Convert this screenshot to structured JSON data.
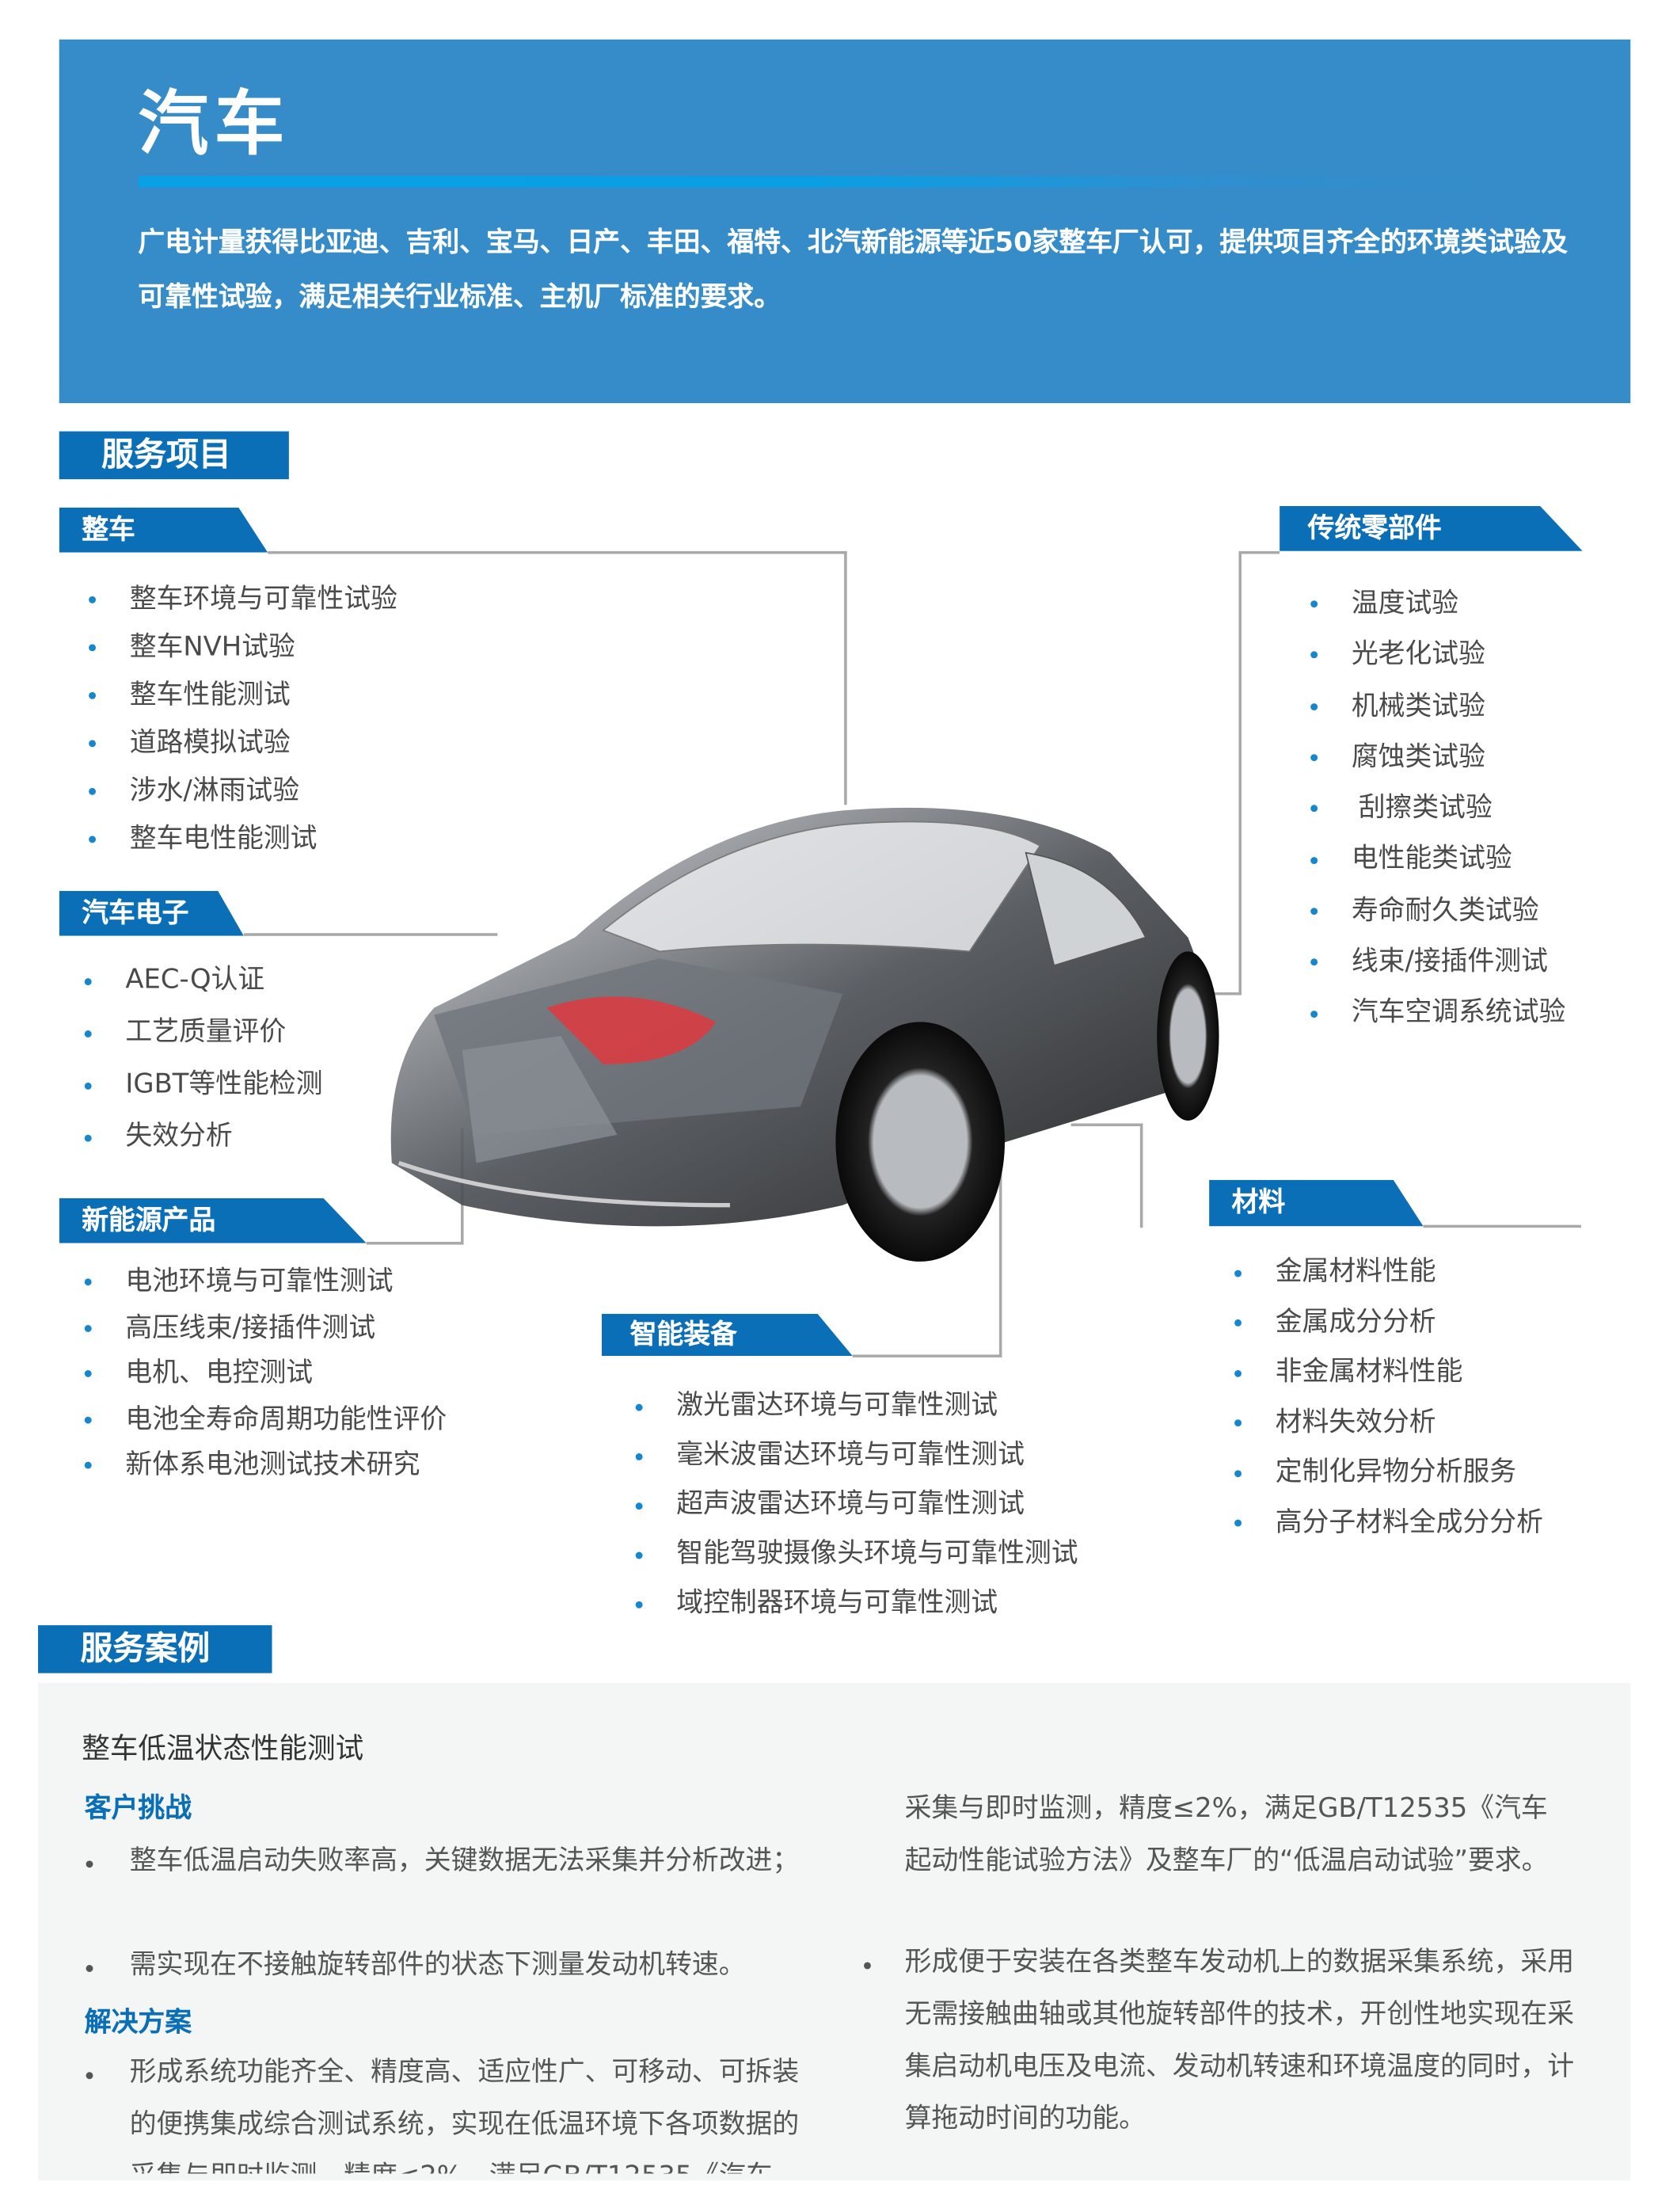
{
  "header": {
    "title": "汽车",
    "intro": "广电计量获得比亚迪、吉利、宝马、日产、丰田、福特、北汽新能源等近50家整车厂认可，提供项目齐全的环境类试验及可靠性试验，满足相关行业标准、主机厂标准的要求。"
  },
  "services": {
    "heading": "服务项目",
    "categories": {
      "vehicle": {
        "label": "整车",
        "items": [
          "整车环境与可靠性试验",
          "整车NVH试验",
          "整车性能测试",
          "道路模拟试验",
          "涉水/淋雨试验",
          "整车电性能测试"
        ]
      },
      "electronics": {
        "label": "汽车电子",
        "items": [
          "AEC-Q认证",
          "工艺质量评价",
          "IGBT等性能检测",
          "失效分析"
        ]
      },
      "new_energy": {
        "label": "新能源产品",
        "items": [
          "电池环境与可靠性测试",
          "高压线束/接插件测试",
          "电机、电控测试",
          "电池全寿命周期功能性评价",
          "新体系电池测试技术研究"
        ]
      },
      "smart_equipment": {
        "label": "智能装备",
        "items": [
          "激光雷达环境与可靠性测试",
          "毫米波雷达环境与可靠性测试",
          "超声波雷达环境与可靠性测试",
          "智能驾驶摄像头环境与可靠性测试",
          "域控制器环境与可靠性测试"
        ]
      },
      "components": {
        "label": "传统零部件",
        "items": [
          "温度试验",
          "光老化试验",
          "机械类试验",
          "腐蚀类试验",
          "刮擦类试验",
          "电性能类试验",
          "寿命耐久类试验",
          "线束/接插件测试",
          "汽车空调系统试验"
        ]
      },
      "materials": {
        "label": "材料",
        "items": [
          "金属材料性能",
          "金属成分分析",
          "非金属材料性能",
          "材料失效分析",
          "定制化异物分析服务",
          "高分子材料全成分分析"
        ]
      }
    }
  },
  "cases": {
    "heading": "服务案例",
    "title": "整车低温状态性能测试",
    "challenge_heading": "客户挑战",
    "challenges": [
      "整车低温启动失败率高，关键数据无法采集并分析改进；",
      "需实现在不接触旋转部件的状态下测量发动机转速。"
    ],
    "solution_heading": "解决方案",
    "solutions": [
      "形成系统功能齐全、精度高、适应性广、可移动、可拆装的便携集成综合测试系统，实现在低温环境下各项数据的采集与即时监测，精度≤2%，满足GB/T12535《汽车起动性能试验方法》及整车厂的“低温启动试验”要求。",
      "形成便于安装在各类整车发动机上的数据采集系统，采用无需接触曲轴或其他旋转部件的技术，开创性地实现在采集启动机电压及电流、发动机转速和环境温度的同时，计算拖动时间的功能。"
    ]
  },
  "colors": {
    "hero": "#358cc8",
    "accent": "#0b6fb8",
    "bullet": "#1587d1",
    "case_bg": "#f4f5f5"
  }
}
